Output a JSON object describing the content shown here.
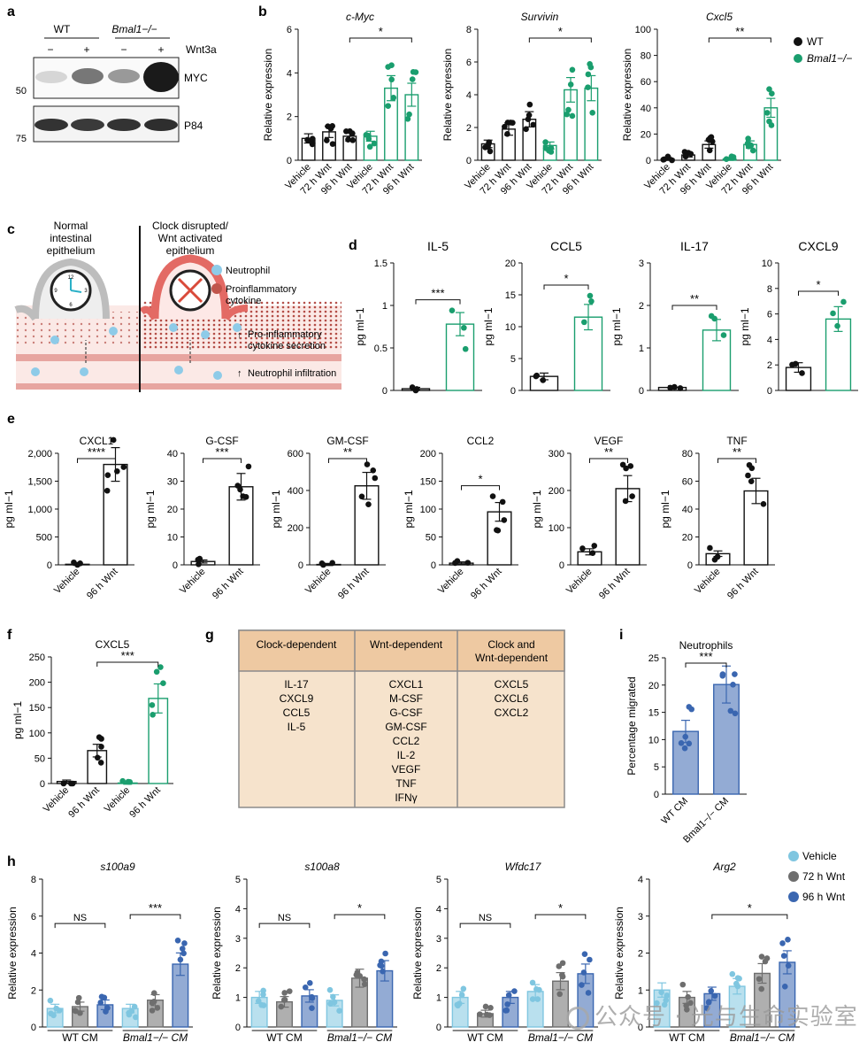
{
  "colors": {
    "wt": "#111111",
    "ko": "#1a9e6e",
    "cm_vehicle": "#7fc6e0",
    "cm_72": "#6e6e6e",
    "cm_96": "#3a66b0",
    "table_bg": "#f6e3cc",
    "table_head": "#eec9a2",
    "table_border": "#8b8b8b"
  },
  "panel_letters": {
    "a": "a",
    "b": "b",
    "c": "c",
    "d": "d",
    "e": "e",
    "f": "f",
    "g": "g",
    "h": "h",
    "i": "i"
  },
  "panel_a": {
    "groups": [
      "WT",
      "Bmal1−/−"
    ],
    "treat_label": "Wnt3a",
    "signs": [
      "−",
      "+",
      "−",
      "+"
    ],
    "bands": [
      "MYC",
      "P84"
    ],
    "mw": [
      "50",
      "75"
    ]
  },
  "panel_b": {
    "ylabel": "Relative expression",
    "legend": [
      "WT",
      "Bmal1−/−"
    ],
    "categories": [
      "Vehicle",
      "72 h Wnt",
      "96 h Wnt",
      "Vehicle",
      "72 h Wnt",
      "96 h Wnt"
    ]
  },
  "panel_c": {
    "normal": "Normal intestinal epithelium",
    "disrupted": "Clock disrupted/ Wnt activated epithelium",
    "legend": [
      "Neutrophil",
      "Proinflammatory cytokine"
    ],
    "arrows": [
      "Pro-inflammatory cytokine secretion",
      "Neutrophil infiltration"
    ],
    "clock_numbers": [
      "12",
      "3",
      "6",
      "9"
    ]
  },
  "pg_ylabel": "pg ml−1",
  "two_cats": [
    "Vehicle",
    "96 h Wnt"
  ],
  "panel_f_cats": [
    "Vehicle",
    "96 h Wnt",
    "Vehicle",
    "96 h Wnt"
  ],
  "panel_g": {
    "headers": [
      "Clock-dependent",
      "Wnt-dependent",
      "Clock and Wnt-dependent"
    ],
    "columns": [
      [
        "IL-17",
        "CXCL9",
        "CCL5",
        "IL-5"
      ],
      [
        "CXCL1",
        "M-CSF",
        "G-CSF",
        "GM-CSF",
        "CCL2",
        "IL-2",
        "VEGF",
        "TNF",
        "IFNγ"
      ],
      [
        "CXCL5",
        "CXCL6",
        "CXCL2"
      ]
    ]
  },
  "panel_h": {
    "ylabel": "Relative expression",
    "groups": [
      "WT CM",
      "Bmal1−/− CM"
    ],
    "legend": [
      "Vehicle",
      "72 h Wnt",
      "96 h Wnt"
    ]
  },
  "panel_i": {
    "categories": [
      "WT CM",
      "Bmal1−/− CM"
    ]
  },
  "watermark": "公众号 · 光与生命实验室",
  "chart_data": [
    {
      "id": "b1",
      "type": "bar",
      "title": "c-Myc",
      "ylim": [
        0,
        6
      ],
      "yticks": [
        0,
        2,
        4,
        6
      ],
      "values": [
        1.0,
        1.3,
        1.1,
        1.1,
        3.3,
        3.0
      ],
      "sig": [
        {
          "label": "*",
          "from": 2,
          "to": 5
        }
      ]
    },
    {
      "id": "b2",
      "type": "bar",
      "title": "Survivin",
      "ylim": [
        0,
        8
      ],
      "yticks": [
        0,
        2,
        4,
        6,
        8
      ],
      "values": [
        1.0,
        1.9,
        2.5,
        0.9,
        4.3,
        4.4
      ],
      "sig": [
        {
          "label": "*",
          "from": 2,
          "to": 5
        }
      ]
    },
    {
      "id": "b3",
      "type": "bar",
      "title": "Cxcl5",
      "ylim": [
        0,
        100
      ],
      "yticks": [
        0,
        20,
        40,
        60,
        80,
        100
      ],
      "values": [
        1.0,
        4.0,
        12.0,
        1.0,
        12.0,
        40.0
      ],
      "sig": [
        {
          "label": "**",
          "from": 2,
          "to": 5
        }
      ]
    },
    {
      "id": "d1",
      "type": "bar",
      "title": "IL-5",
      "ylim": [
        0,
        1.5
      ],
      "yticks": [
        0,
        0.5,
        1.0,
        1.5
      ],
      "values": [
        0.02,
        0.78
      ],
      "sig": [
        {
          "label": "***",
          "from": 0,
          "to": 1
        }
      ]
    },
    {
      "id": "d2",
      "type": "bar",
      "title": "CCL5",
      "ylim": [
        0,
        20
      ],
      "yticks": [
        0,
        5,
        10,
        15,
        20
      ],
      "values": [
        2.2,
        11.5
      ],
      "sig": [
        {
          "label": "*",
          "from": 0,
          "to": 1
        }
      ]
    },
    {
      "id": "d3",
      "type": "bar",
      "title": "IL-17",
      "ylim": [
        0,
        3
      ],
      "yticks": [
        0,
        1,
        2,
        3
      ],
      "values": [
        0.07,
        1.42
      ],
      "sig": [
        {
          "label": "**",
          "from": 0,
          "to": 1
        }
      ]
    },
    {
      "id": "d4",
      "type": "bar",
      "title": "CXCL9",
      "ylim": [
        0,
        10
      ],
      "yticks": [
        0,
        2,
        4,
        6,
        8,
        10
      ],
      "values": [
        1.8,
        5.6
      ],
      "sig": [
        {
          "label": "*",
          "from": 0,
          "to": 1
        }
      ]
    },
    {
      "id": "e1",
      "type": "bar",
      "title": "CXCL1",
      "ylim": [
        0,
        2000
      ],
      "yticks": [
        0,
        500,
        1000,
        1500,
        2000
      ],
      "ytick_labels": [
        "0",
        "500",
        "1,000",
        "1,500",
        "2,000"
      ],
      "values": [
        10,
        1800
      ],
      "sig": [
        {
          "label": "****",
          "from": 0,
          "to": 1
        }
      ]
    },
    {
      "id": "e2",
      "type": "bar",
      "title": "G-CSF",
      "ylim": [
        0,
        40
      ],
      "yticks": [
        0,
        10,
        20,
        30,
        40
      ],
      "values": [
        1.2,
        28
      ],
      "sig": [
        {
          "label": "***",
          "from": 0,
          "to": 1
        }
      ]
    },
    {
      "id": "e3",
      "type": "bar",
      "title": "GM-CSF",
      "ylim": [
        0,
        600
      ],
      "yticks": [
        0,
        200,
        400,
        600
      ],
      "values": [
        2,
        425
      ],
      "sig": [
        {
          "label": "**",
          "from": 0,
          "to": 1
        }
      ]
    },
    {
      "id": "e4",
      "type": "bar",
      "title": "CCL2",
      "ylim": [
        0,
        200
      ],
      "yticks": [
        0,
        50,
        100,
        150,
        200
      ],
      "values": [
        3,
        95
      ],
      "sig": [
        {
          "label": "*",
          "from": 0,
          "to": 1
        }
      ]
    },
    {
      "id": "e5",
      "type": "bar",
      "title": "VEGF",
      "ylim": [
        0,
        300
      ],
      "yticks": [
        0,
        100,
        200,
        300
      ],
      "values": [
        35,
        205
      ],
      "sig": [
        {
          "label": "**",
          "from": 0,
          "to": 1
        }
      ]
    },
    {
      "id": "e6",
      "type": "bar",
      "title": "TNF",
      "ylim": [
        0,
        80
      ],
      "yticks": [
        0,
        20,
        40,
        60,
        80
      ],
      "values": [
        8,
        53
      ],
      "sig": [
        {
          "label": "**",
          "from": 0,
          "to": 1
        }
      ]
    },
    {
      "id": "f1",
      "type": "bar",
      "title": "CXCL5",
      "ylim": [
        0,
        250
      ],
      "yticks": [
        0,
        50,
        100,
        150,
        200,
        250
      ],
      "values": [
        4,
        65,
        1,
        168
      ],
      "sig": [
        {
          "label": "***",
          "from": 1,
          "to": 3
        }
      ]
    },
    {
      "id": "h1",
      "type": "bar",
      "title": "s100a9",
      "ylim": [
        0,
        8
      ],
      "yticks": [
        0,
        2,
        4,
        6,
        8
      ],
      "values": [
        1.0,
        1.1,
        1.2,
        1.0,
        1.45,
        3.4
      ],
      "sig": [
        {
          "label": "NS",
          "from": 0,
          "to": 2
        },
        {
          "label": "***",
          "from": 3,
          "to": 5
        }
      ]
    },
    {
      "id": "h2",
      "type": "bar",
      "title": "s100a8",
      "ylim": [
        0,
        5
      ],
      "yticks": [
        0,
        1,
        2,
        3,
        4,
        5
      ],
      "values": [
        1.0,
        0.85,
        1.05,
        0.9,
        1.65,
        1.9
      ],
      "sig": [
        {
          "label": "NS",
          "from": 0,
          "to": 2
        },
        {
          "label": "*",
          "from": 3,
          "to": 5
        }
      ]
    },
    {
      "id": "h3",
      "type": "bar",
      "title": "Wfdc17",
      "ylim": [
        0,
        5
      ],
      "yticks": [
        0,
        1,
        2,
        3,
        4,
        5
      ],
      "values": [
        1.0,
        0.45,
        1.0,
        1.2,
        1.55,
        1.8
      ],
      "sig": [
        {
          "label": "NS",
          "from": 0,
          "to": 2
        },
        {
          "label": "*",
          "from": 3,
          "to": 5
        }
      ]
    },
    {
      "id": "h4",
      "type": "bar",
      "title": "Arg2",
      "ylim": [
        0,
        4
      ],
      "yticks": [
        0,
        1,
        2,
        3,
        4
      ],
      "values": [
        1.0,
        0.8,
        0.9,
        1.1,
        1.45,
        1.75
      ],
      "sig": [
        {
          "label": "*",
          "from": 2,
          "to": 5
        }
      ]
    },
    {
      "id": "i1",
      "type": "bar",
      "title": "Neutrophils",
      "ylabel": "Percentage migrated",
      "ylim": [
        0,
        25
      ],
      "yticks": [
        0,
        5,
        10,
        15,
        20,
        25
      ],
      "values": [
        11.5,
        20.1
      ],
      "sig": [
        {
          "label": "***",
          "from": 0,
          "to": 1
        }
      ]
    }
  ]
}
